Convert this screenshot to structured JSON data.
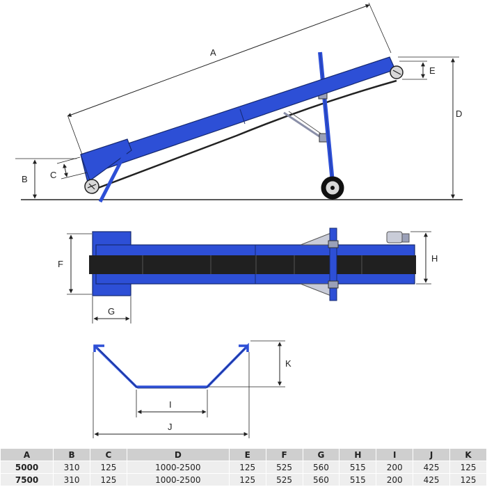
{
  "colors": {
    "frame": "#2d4fd6",
    "frame_dark": "#1a2f8a",
    "belt": "#202020",
    "line": "#222222"
  },
  "side_view": {
    "labels": {
      "A": "A",
      "B": "B",
      "C": "C",
      "D": "D",
      "E": "E"
    }
  },
  "top_view": {
    "labels": {
      "F": "F",
      "G": "G",
      "H": "H"
    }
  },
  "profile_view": {
    "labels": {
      "I": "I",
      "J": "J",
      "K": "K"
    }
  },
  "table": {
    "headers": [
      "A",
      "B",
      "C",
      "D",
      "E",
      "F",
      "G",
      "H",
      "I",
      "J",
      "K"
    ],
    "rows": [
      [
        "5000",
        "310",
        "125",
        "1000-2500",
        "125",
        "525",
        "560",
        "515",
        "200",
        "425",
        "125"
      ],
      [
        "7500",
        "310",
        "125",
        "1000-2500",
        "125",
        "525",
        "560",
        "515",
        "200",
        "425",
        "125"
      ]
    ]
  }
}
